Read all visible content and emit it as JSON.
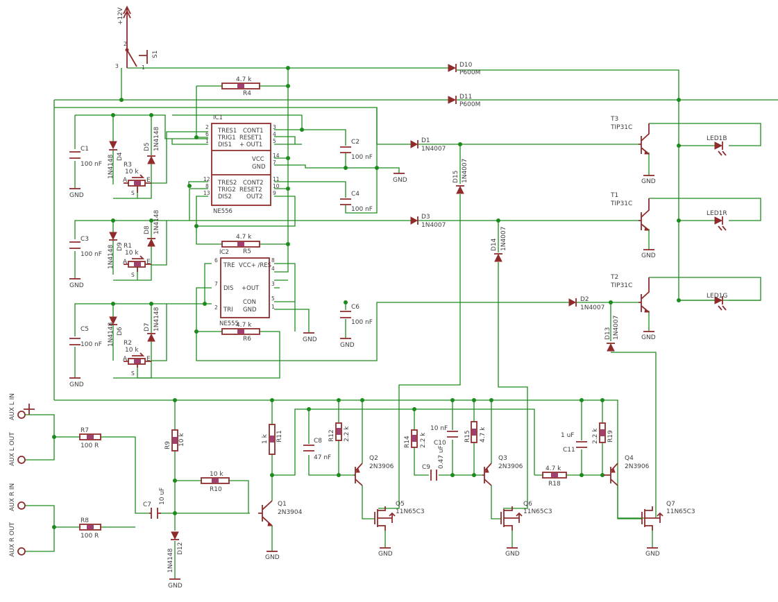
{
  "colors": {
    "wire": "#1c8a1c",
    "symbol": "#8f2b2b",
    "text": "#3c3c3c",
    "background": "#ffffff"
  },
  "supply": {
    "label": "+12V"
  },
  "switch": {
    "name": "S1",
    "pins": [
      "1",
      "2",
      "3"
    ]
  },
  "ic1": {
    "name": "IC1",
    "part": "NE556",
    "left_top": [
      "TRES1",
      "TRIG1",
      "DIS1"
    ],
    "right_top": [
      "CONT1",
      "RESET1",
      "+ OUT1"
    ],
    "pins_top_left": [
      "2",
      "6",
      "1"
    ],
    "pins_top_right": [
      "3",
      "4",
      "5"
    ],
    "vcc": "VCC",
    "gnd": "GND",
    "pin_vcc": "14",
    "pin_gnd": "7",
    "left_bot": [
      "TRES2",
      "TRIG2",
      "DIS2"
    ],
    "right_bot": [
      "CONT2",
      "RESET2",
      "OUT2"
    ],
    "pins_bot_left": [
      "12",
      "8",
      "13"
    ],
    "pins_bot_right": [
      "11",
      "10",
      "9"
    ]
  },
  "ic2": {
    "name": "IC2",
    "part": "NE555",
    "left": [
      "TRE",
      "DIS",
      "TRI"
    ],
    "right": [
      "VCC+ /RES",
      "+OUT",
      "CON",
      "GND"
    ],
    "pins_left": [
      "6",
      "7",
      "2"
    ],
    "pins_right": [
      "8",
      "4",
      "3",
      "5",
      "1"
    ]
  },
  "resistors": [
    {
      "name": "R4",
      "value": "4.7 k"
    },
    {
      "name": "R5",
      "value": "4.7 k"
    },
    {
      "name": "R6",
      "value": "4.7 k"
    },
    {
      "name": "R7",
      "value": "100 R"
    },
    {
      "name": "R8",
      "value": "100 R"
    },
    {
      "name": "R9",
      "value": "10 k"
    },
    {
      "name": "R10",
      "value": "10 k"
    },
    {
      "name": "R11",
      "value": "1 k"
    },
    {
      "name": "R12",
      "value": "2.2 k"
    },
    {
      "name": "R14",
      "value": "2.2 k"
    },
    {
      "name": "R15",
      "value": "4.7 k"
    },
    {
      "name": "R18",
      "value": "4.7 k"
    },
    {
      "name": "R19",
      "value": "2.2 k"
    }
  ],
  "pots": [
    {
      "name": "R3",
      "value": "10 k"
    },
    {
      "name": "R1",
      "value": "10 k"
    },
    {
      "name": "R2",
      "value": "10 k"
    }
  ],
  "pot_pins": {
    "a": "A",
    "e": "E",
    "s": "S"
  },
  "capacitors": [
    {
      "name": "C1",
      "value": "100 nF"
    },
    {
      "name": "C2",
      "value": "100 nF"
    },
    {
      "name": "C3",
      "value": "100 nF"
    },
    {
      "name": "C4",
      "value": "100 nF"
    },
    {
      "name": "C5",
      "value": "100 nF"
    },
    {
      "name": "C6",
      "value": "100 nF"
    },
    {
      "name": "C7",
      "value": "10 uF"
    },
    {
      "name": "C8",
      "value": "47 nF"
    },
    {
      "name": "C9",
      "value": "0.47 uF"
    },
    {
      "name": "C10",
      "value": "10 nF"
    },
    {
      "name": "C11",
      "value": "1 uF"
    }
  ],
  "diodes": [
    {
      "name": "D1",
      "value": "1N4007"
    },
    {
      "name": "D2",
      "value": "1N4007"
    },
    {
      "name": "D3",
      "value": "1N4007"
    },
    {
      "name": "D4",
      "value": "1N4148"
    },
    {
      "name": "D5",
      "value": "1N4148"
    },
    {
      "name": "D6",
      "value": "1N4148"
    },
    {
      "name": "D7",
      "value": "1N4148"
    },
    {
      "name": "D8",
      "value": "1N4148"
    },
    {
      "name": "D9",
      "value": "1N4148"
    },
    {
      "name": "D10",
      "value": "P600M"
    },
    {
      "name": "D11",
      "value": "P600M"
    },
    {
      "name": "D12",
      "value": "1N4148"
    },
    {
      "name": "D13",
      "value": "1N4007"
    },
    {
      "name": "D14",
      "value": "1N4007"
    },
    {
      "name": "D15",
      "value": "1N4007"
    }
  ],
  "transistors": [
    {
      "name": "T3",
      "value": "TIP31C"
    },
    {
      "name": "T1",
      "value": "TIP31C"
    },
    {
      "name": "T2",
      "value": "TIP31C"
    },
    {
      "name": "Q1",
      "value": "2N3904"
    },
    {
      "name": "Q2",
      "value": "2N3906"
    },
    {
      "name": "Q3",
      "value": "2N3906"
    },
    {
      "name": "Q4",
      "value": "2N3906"
    },
    {
      "name": "Q5",
      "value": "11N65C3"
    },
    {
      "name": "Q6",
      "value": "11N65C3"
    },
    {
      "name": "Q7",
      "value": "11N65C3"
    }
  ],
  "leds": [
    "LED1B",
    "LED1R",
    "LED1G"
  ],
  "gnd_label": "GND",
  "jacks": [
    "AUX L IN",
    "AUX L OUT",
    "AUX R IN",
    "AUX R OUT"
  ]
}
